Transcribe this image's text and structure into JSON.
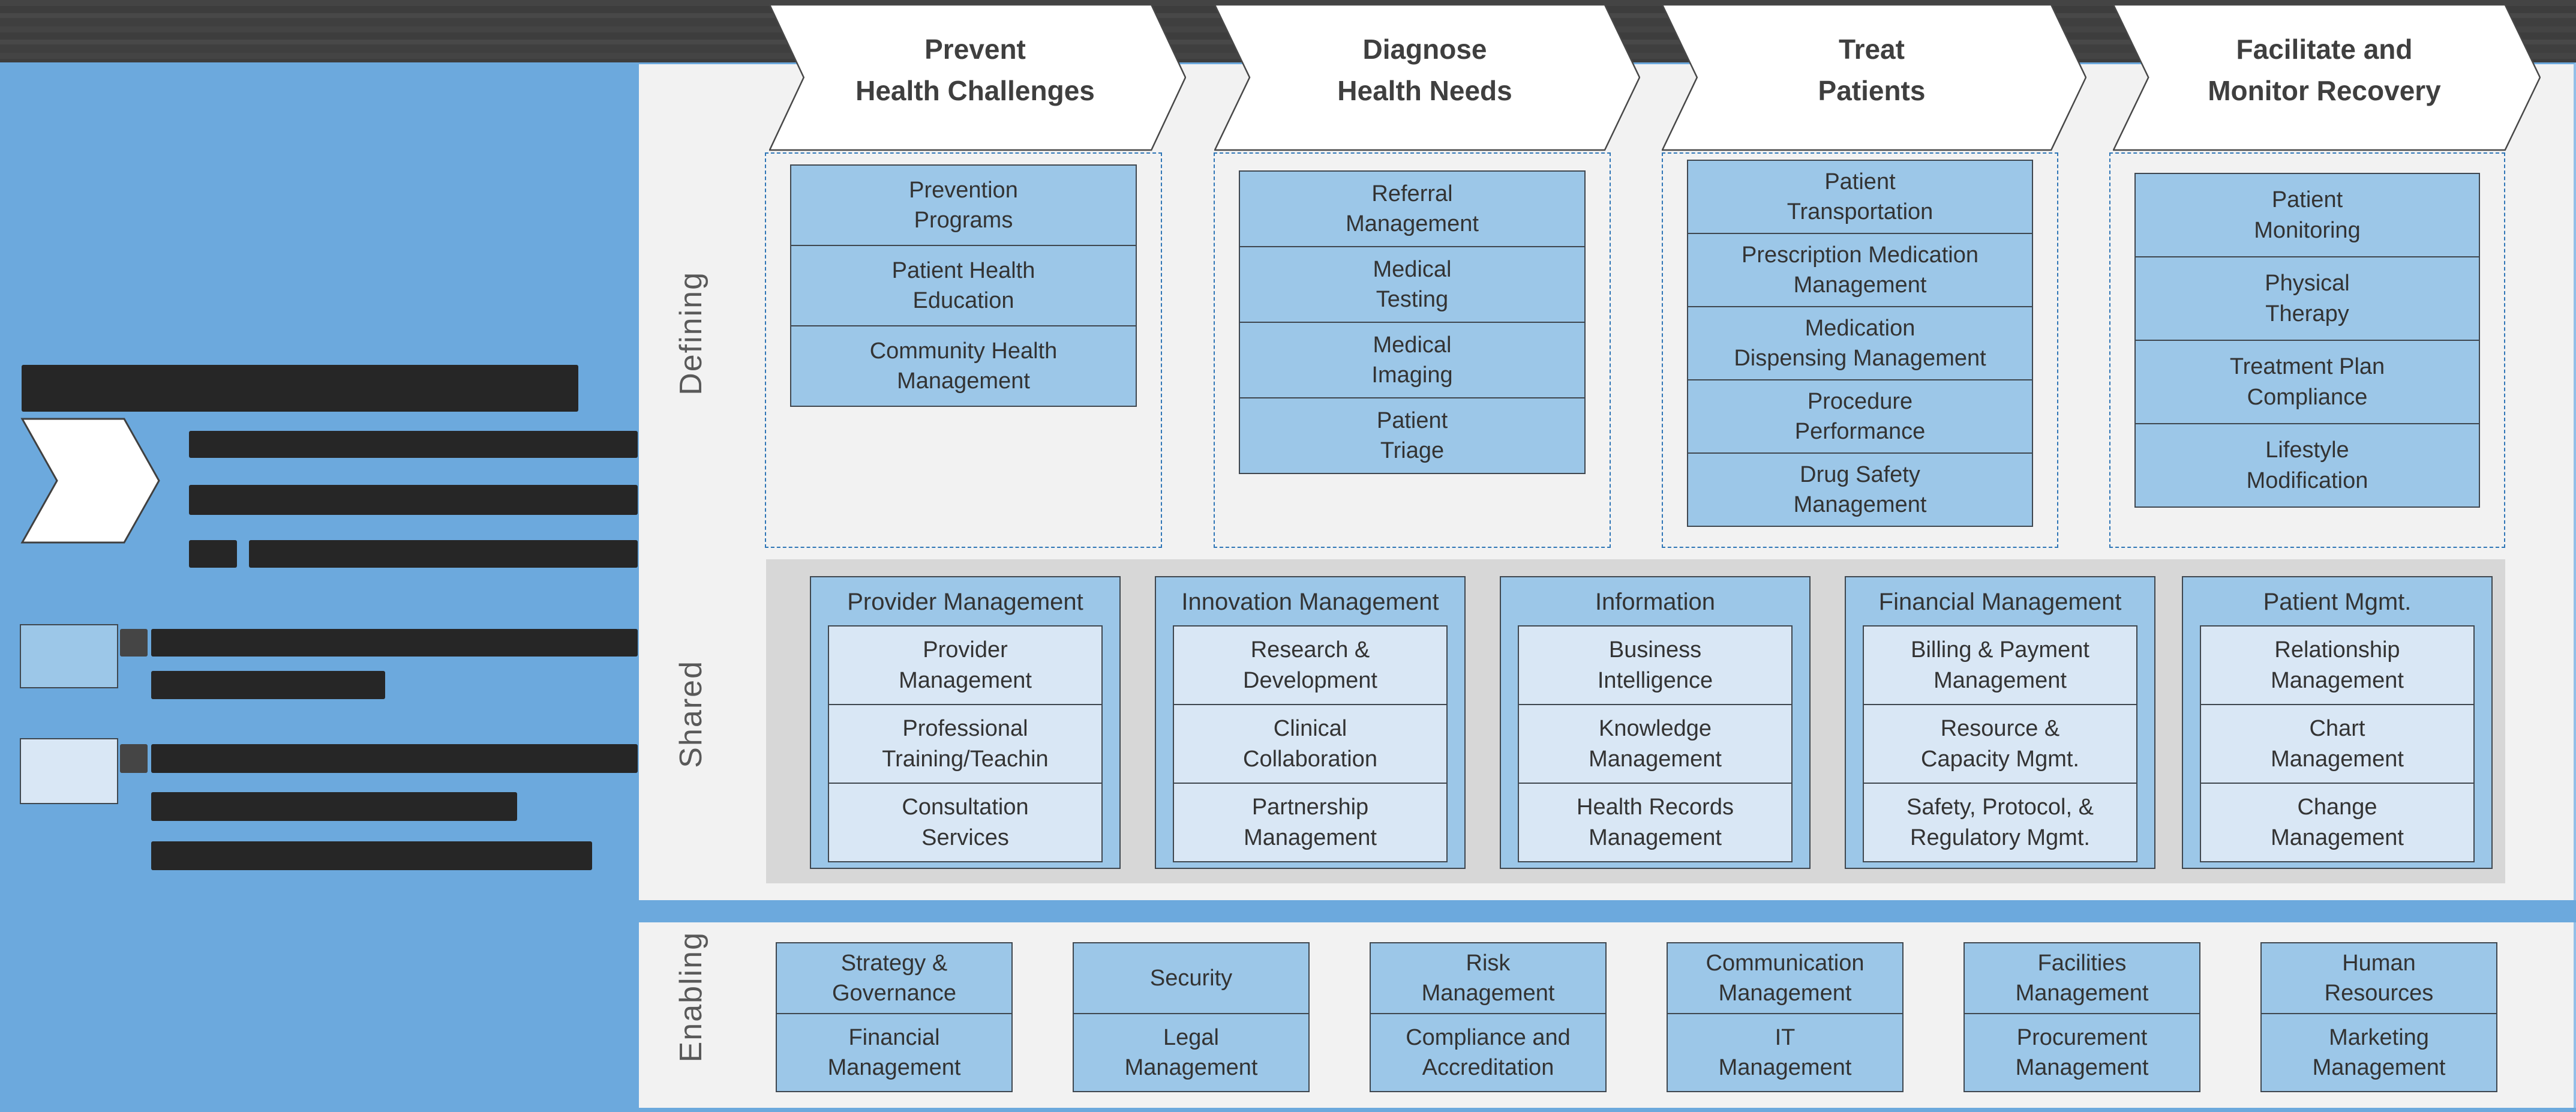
{
  "palette": {
    "topbar": "#3f3f3f",
    "sidebar_blue": "#6CA9DD",
    "capability_blue": "#9CC7E8",
    "inner_light_blue": "#D9E7F5",
    "shared_band_gray": "#D7D7D7",
    "panel_gray": "#F2F2F2",
    "dashed_border_blue": "#2E75B6",
    "box_border": "#3F474F",
    "text_dark": "#333333",
    "band_label_gray": "#595959"
  },
  "labels": {
    "defining": "Defining",
    "shared": "Shared",
    "enabling": "Enabling"
  },
  "phases": [
    {
      "label": "Prevent\nHealth Challenges"
    },
    {
      "label": "Diagnose\nHealth Needs"
    },
    {
      "label": "Treat\nPatients"
    },
    {
      "label": "Facilitate and\nMonitor Recovery"
    }
  ],
  "defining": {
    "columns": [
      {
        "items": [
          "Prevention\nPrograms",
          "Patient Health\nEducation",
          "Community Health\nManagement"
        ]
      },
      {
        "items": [
          "Referral\nManagement",
          "Medical\nTesting",
          "Medical\nImaging",
          "Patient\nTriage"
        ]
      },
      {
        "items": [
          "Patient\nTransportation",
          "Prescription Medication\nManagement",
          "Medication\nDispensing Management",
          "Procedure\nPerformance",
          "Drug Safety\nManagement"
        ]
      },
      {
        "items": [
          "Patient\nMonitoring",
          "Physical\nTherapy",
          "Treatment Plan\nCompliance",
          "Lifestyle\nModification"
        ]
      }
    ]
  },
  "shared": {
    "groups": [
      {
        "title": "Provider Management",
        "items": [
          "Provider\nManagement",
          "Professional\nTraining/Teachin",
          "Consultation\nServices"
        ]
      },
      {
        "title": "Innovation Management",
        "items": [
          "Research &\nDevelopment",
          "Clinical\nCollaboration",
          "Partnership\nManagement"
        ]
      },
      {
        "title": "Information",
        "items": [
          "Business\nIntelligence",
          "Knowledge\nManagement",
          "Health Records\nManagement"
        ]
      },
      {
        "title": "Financial Management",
        "items": [
          "Billing & Payment\nManagement",
          "Resource &\nCapacity Mgmt.",
          "Safety, Protocol, &\nRegulatory Mgmt."
        ]
      },
      {
        "title": "Patient Mgmt.",
        "items": [
          "Relationship\nManagement",
          "Chart\nManagement",
          "Change\nManagement"
        ]
      }
    ]
  },
  "enabling": {
    "stacks": [
      {
        "top": "Strategy &\nGovernance",
        "bottom": "Financial\nManagement"
      },
      {
        "top": "Security",
        "bottom": "Legal\nManagement"
      },
      {
        "top": "Risk\nManagement",
        "bottom": "Compliance and\nAccreditation"
      },
      {
        "top": "Communication\nManagement",
        "bottom": "IT\nManagement"
      },
      {
        "top": "Facilities\nManagement",
        "bottom": "Procurement\nManagement"
      },
      {
        "top": "Human\nResources",
        "bottom": "Marketing\nManagement"
      }
    ]
  }
}
